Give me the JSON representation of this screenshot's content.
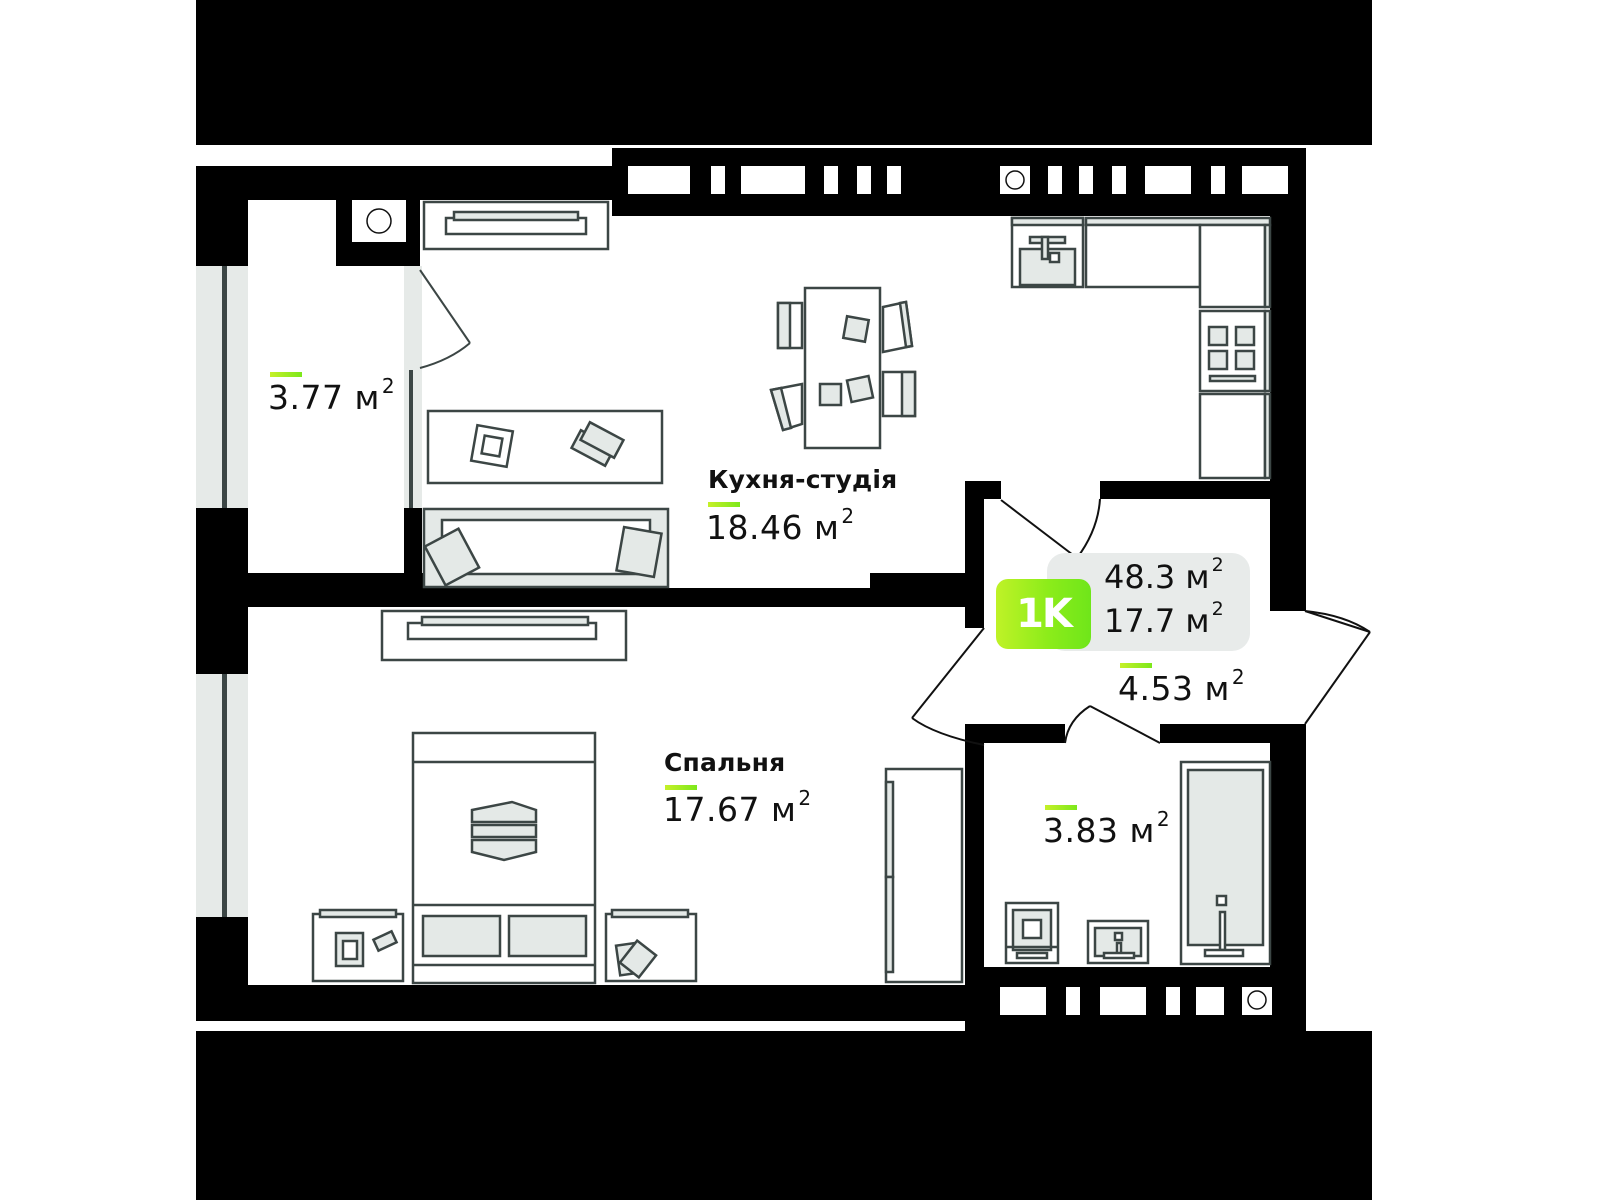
{
  "plan": {
    "type_badge": "1K",
    "total_area_value": "48.3 м",
    "living_area_value": "17.7 м",
    "area_unit_sup": "2",
    "accent_color": "#8cec1a",
    "wall_color": "#000000",
    "furniture_fill": "#e4e9e7",
    "furniture_stroke": "#3c4645"
  },
  "rooms": {
    "storage": {
      "name": "",
      "area": "3.77 м",
      "sup": "2"
    },
    "kitchen_studio": {
      "name": "Кухня-студія",
      "area": "18.46 м",
      "sup": "2"
    },
    "hallway": {
      "name": "",
      "area": "4.53 м",
      "sup": "2"
    },
    "bedroom": {
      "name": "Спальня",
      "area": "17.67 м",
      "sup": "2"
    },
    "bathroom": {
      "name": "",
      "area": "3.83 м",
      "sup": "2"
    }
  }
}
